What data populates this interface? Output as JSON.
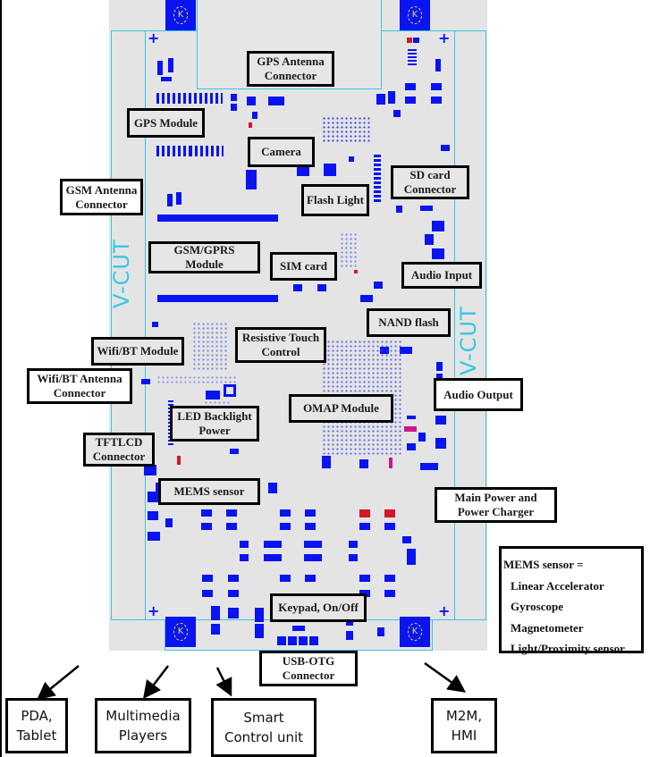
{
  "board": {
    "vcut_left": "V-CUT",
    "vcut_right": "V-CUT",
    "mount_hole_glyph": "K",
    "colors": {
      "board": "#e4e4e4",
      "pad": "#0a14f0",
      "outline": "#33c7e8",
      "hot_pad": "#d4182a"
    }
  },
  "labels": {
    "gps_antenna": "GPS Antenna Connector",
    "gps_module": "GPS Module",
    "camera": "Camera",
    "gsm_antenna": "GSM Antenna Connector",
    "flash_light": "Flash Light",
    "sd_card": "SD card Connector",
    "gsm_gprs": "GSM/GPRS Module",
    "sim_card": "SIM card",
    "audio_input": "Audio Input",
    "nand_flash": "NAND flash",
    "wifi_bt_module": "Wifi/BT Module",
    "resistive_touch": "Resistive Touch Control",
    "wifi_bt_antenna": "Wifi/BT Antenna Connector",
    "audio_output": "Audio Output",
    "led_backlight": "LED Backlight Power",
    "omap": "OMAP Module",
    "tftlcd": "TFTLCD Connector",
    "mems": "MEMS sensor",
    "main_power": "Main Power and Power Charger",
    "keypad": "Keypad, On/Off",
    "usb_otg": "USB-OTG Connector"
  },
  "legend": {
    "title": "MEMS sensor =",
    "items": [
      "Linear Accelerator",
      "Gyroscope",
      "Magnetometer",
      "Light/Proximity sensor"
    ]
  },
  "applications": [
    {
      "line1": "PDA,",
      "line2": "Tablet"
    },
    {
      "line1": "Multimedia",
      "line2": "Players"
    },
    {
      "line1": "Smart",
      "line2": "Control unit"
    },
    {
      "line1": "M2M,",
      "line2": "HMI"
    }
  ]
}
